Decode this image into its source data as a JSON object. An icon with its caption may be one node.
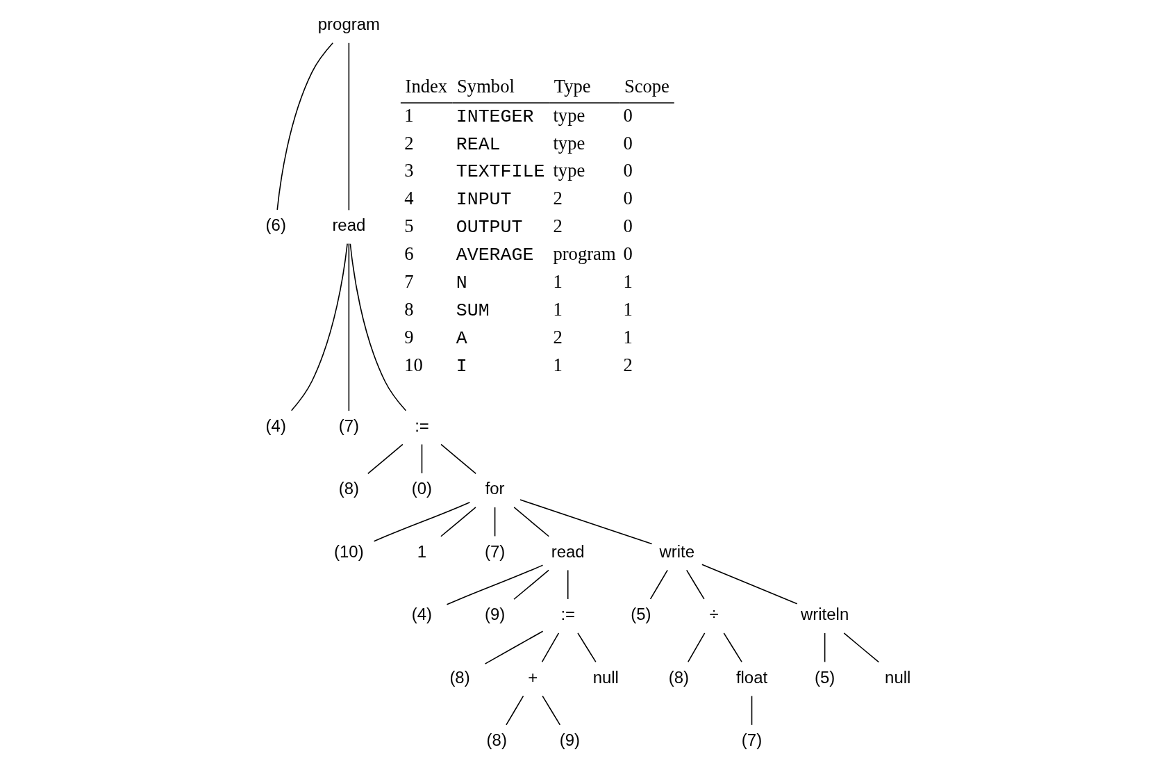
{
  "diagram": {
    "nodes": [
      {
        "text": [
          "program"
        ]
      },
      {
        "text": [
          "(6)"
        ]
      },
      {
        "text": [
          "read"
        ]
      },
      {
        "text": [
          "(4)"
        ]
      },
      {
        "text": [
          "(7)"
        ]
      },
      {
        "text": [
          ":="
        ]
      },
      {
        "text": [
          "(8)"
        ]
      },
      {
        "text": [
          "(0)"
        ]
      },
      {
        "text": [
          "for"
        ]
      },
      {
        "text": [
          "(10)"
        ]
      },
      {
        "text": [
          "1"
        ]
      },
      {
        "text": [
          "(7)"
        ]
      },
      {
        "text": [
          "read"
        ]
      },
      {
        "text": [
          "(4)"
        ]
      },
      {
        "text": [
          "(9)"
        ]
      },
      {
        "text": [
          ":="
        ]
      },
      {
        "text": [
          "(8)"
        ]
      },
      {
        "text": [
          "+"
        ]
      },
      {
        "text": [
          "null"
        ]
      },
      {
        "text": [
          "(8)"
        ]
      },
      {
        "text": [
          "(9)"
        ]
      },
      {
        "text": [
          "write"
        ]
      },
      {
        "text": [
          "(5)"
        ]
      },
      {
        "text": [
          "÷"
        ]
      },
      {
        "text": [
          "(8)"
        ]
      },
      {
        "text": [
          "float"
        ]
      },
      {
        "text": [
          "(7)"
        ]
      },
      {
        "text": [
          "writeln"
        ]
      },
      {
        "text": [
          "(5)"
        ]
      },
      {
        "text": [
          "null"
        ]
      }
    ],
    "edges": [
      {
        "from": 0,
        "to": 1,
        "arrow": "none"
      },
      {
        "from": 0,
        "to": 2,
        "arrow": "none"
      },
      {
        "from": 2,
        "to": 3,
        "arrow": "none"
      },
      {
        "from": 2,
        "to": 4,
        "arrow": "none"
      },
      {
        "from": 2,
        "to": 5,
        "arrow": "none"
      },
      {
        "from": 5,
        "to": 6,
        "arrow": "none"
      },
      {
        "from": 5,
        "to": 7,
        "arrow": "none"
      },
      {
        "from": 5,
        "to": 8,
        "arrow": "none"
      },
      {
        "from": 8,
        "to": 9,
        "arrow": "none"
      },
      {
        "from": 8,
        "to": 10,
        "arrow": "none"
      },
      {
        "from": 8,
        "to": 11,
        "arrow": "none"
      },
      {
        "from": 8,
        "to": 12,
        "arrow": "none"
      },
      {
        "from": 12,
        "to": 13,
        "arrow": "none"
      },
      {
        "from": 12,
        "to": 14,
        "arrow": "none"
      },
      {
        "from": 12,
        "to": 15,
        "arrow": "none"
      },
      {
        "from": 15,
        "to": 16,
        "arrow": "none"
      },
      {
        "from": 15,
        "to": 17,
        "arrow": "none"
      },
      {
        "from": 15,
        "to": 18,
        "arrow": "none"
      },
      {
        "from": 17,
        "to": 19,
        "arrow": "none"
      },
      {
        "from": 17,
        "to": 20,
        "arrow": "none"
      },
      {
        "from": 8,
        "to": 21,
        "arrow": "none"
      },
      {
        "from": 21,
        "to": 22,
        "arrow": "none"
      },
      {
        "from": 21,
        "to": 23,
        "arrow": "none"
      },
      {
        "from": 23,
        "to": 24,
        "arrow": "none"
      },
      {
        "from": 23,
        "to": 25,
        "arrow": "none"
      },
      {
        "from": 25,
        "to": 26,
        "arrow": "none"
      },
      {
        "from": 21,
        "to": 27,
        "arrow": "none"
      },
      {
        "from": 27,
        "to": 28,
        "arrow": "none"
      },
      {
        "from": 27,
        "to": 29,
        "arrow": "none"
      }
    ],
    "labels": [
      "Index",
      "Symbol",
      "Type",
      "Scope",
      "1",
      "INTEGER",
      "type",
      "0",
      "2",
      "REAL",
      "type",
      "0",
      "3",
      "TEXTFILE",
      "type",
      "0",
      "4",
      "INPUT",
      "2",
      "0",
      "5",
      "OUTPUT",
      "2",
      "0",
      "6",
      "AVERAGE",
      "program",
      "0",
      "7",
      "N",
      "1",
      "1",
      "8",
      "SUM",
      "1",
      "1",
      "9",
      "A",
      "2",
      "1",
      "10",
      "I",
      "1",
      "2"
    ]
  }
}
